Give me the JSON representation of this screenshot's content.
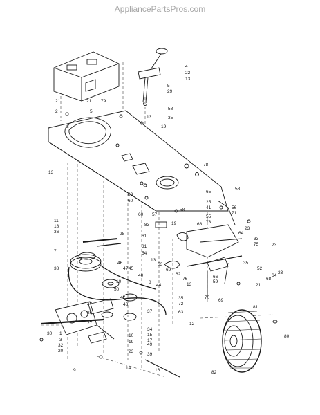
{
  "watermark": "AppliancePartsPros.com",
  "callouts": [
    {
      "id": "c1",
      "text": "4"
    },
    {
      "id": "c2",
      "text": "22"
    },
    {
      "id": "c3",
      "text": "13"
    },
    {
      "id": "c4",
      "text": "5"
    },
    {
      "id": "c5",
      "text": "29"
    },
    {
      "id": "c6",
      "text": "58"
    },
    {
      "id": "c7",
      "text": "13"
    },
    {
      "id": "c8",
      "text": "35"
    },
    {
      "id": "c9",
      "text": "19"
    },
    {
      "id": "c10",
      "text": "21"
    },
    {
      "id": "c11",
      "text": "21"
    },
    {
      "id": "c12",
      "text": "79"
    },
    {
      "id": "c13",
      "text": "2"
    },
    {
      "id": "c14",
      "text": "5"
    },
    {
      "id": "c15",
      "text": "78"
    },
    {
      "id": "c16",
      "text": "13"
    },
    {
      "id": "c17",
      "text": "58"
    },
    {
      "id": "c18",
      "text": "65"
    },
    {
      "id": "c19",
      "text": "83"
    },
    {
      "id": "c20",
      "text": "60"
    },
    {
      "id": "c21",
      "text": "25"
    },
    {
      "id": "c22",
      "text": "41"
    },
    {
      "id": "c23",
      "text": "56"
    },
    {
      "id": "c24",
      "text": "71"
    },
    {
      "id": "c25",
      "text": "58"
    },
    {
      "id": "c26",
      "text": "55"
    },
    {
      "id": "c27",
      "text": "73"
    },
    {
      "id": "c28",
      "text": "60"
    },
    {
      "id": "c29",
      "text": "57"
    },
    {
      "id": "c30",
      "text": "19"
    },
    {
      "id": "c31",
      "text": "68"
    },
    {
      "id": "c32",
      "text": "83"
    },
    {
      "id": "c33",
      "text": "11"
    },
    {
      "id": "c34",
      "text": "18"
    },
    {
      "id": "c35",
      "text": "36"
    },
    {
      "id": "c36",
      "text": "23"
    },
    {
      "id": "c37",
      "text": "64"
    },
    {
      "id": "c38",
      "text": "33"
    },
    {
      "id": "c39",
      "text": "75"
    },
    {
      "id": "c40",
      "text": "23"
    },
    {
      "id": "c41",
      "text": "7"
    },
    {
      "id": "c42",
      "text": "28"
    },
    {
      "id": "c43",
      "text": "61"
    },
    {
      "id": "c44",
      "text": "31"
    },
    {
      "id": "c45",
      "text": "54"
    },
    {
      "id": "c46",
      "text": "46"
    },
    {
      "id": "c47",
      "text": "47"
    },
    {
      "id": "c48",
      "text": "45"
    },
    {
      "id": "c49",
      "text": "53"
    },
    {
      "id": "c50",
      "text": "13"
    },
    {
      "id": "c51",
      "text": "38"
    },
    {
      "id": "c52",
      "text": "40"
    },
    {
      "id": "c53",
      "text": "69"
    },
    {
      "id": "c54",
      "text": "62"
    },
    {
      "id": "c55",
      "text": "76"
    },
    {
      "id": "c56",
      "text": "13"
    },
    {
      "id": "c57",
      "text": "66"
    },
    {
      "id": "c58",
      "text": "59"
    },
    {
      "id": "c59",
      "text": "70"
    },
    {
      "id": "c60",
      "text": "69"
    },
    {
      "id": "c61",
      "text": "35"
    },
    {
      "id": "c62",
      "text": "52"
    },
    {
      "id": "c63",
      "text": "68"
    },
    {
      "id": "c64",
      "text": "64"
    },
    {
      "id": "c65",
      "text": "23"
    },
    {
      "id": "c66",
      "text": "21"
    },
    {
      "id": "c67",
      "text": "10"
    },
    {
      "id": "c68",
      "text": "50"
    },
    {
      "id": "c69",
      "text": "8"
    },
    {
      "id": "c70",
      "text": "44"
    },
    {
      "id": "c71",
      "text": "42"
    },
    {
      "id": "c72",
      "text": "43"
    },
    {
      "id": "c73",
      "text": "35"
    },
    {
      "id": "c74",
      "text": "72"
    },
    {
      "id": "c75",
      "text": "63"
    },
    {
      "id": "c76",
      "text": "81"
    },
    {
      "id": "c77",
      "text": "27"
    },
    {
      "id": "c78",
      "text": "26"
    },
    {
      "id": "c79",
      "text": "12"
    },
    {
      "id": "c80",
      "text": "27"
    },
    {
      "id": "c81",
      "text": "37"
    },
    {
      "id": "c82",
      "text": "34"
    },
    {
      "id": "c83",
      "text": "15"
    },
    {
      "id": "c84",
      "text": "17"
    },
    {
      "id": "c85",
      "text": "49"
    },
    {
      "id": "c86",
      "text": "1"
    },
    {
      "id": "c87",
      "text": "30"
    },
    {
      "id": "c88",
      "text": "3"
    },
    {
      "id": "c89",
      "text": "32"
    },
    {
      "id": "c90",
      "text": "20"
    },
    {
      "id": "c91",
      "text": "10"
    },
    {
      "id": "c92",
      "text": "19"
    },
    {
      "id": "c93",
      "text": "80"
    },
    {
      "id": "c94",
      "text": "23"
    },
    {
      "id": "c95",
      "text": "39"
    },
    {
      "id": "c96",
      "text": "9"
    },
    {
      "id": "c97",
      "text": "14"
    },
    {
      "id": "c98",
      "text": "16"
    },
    {
      "id": "c99",
      "text": "82"
    },
    {
      "id": "c100",
      "text": "2"
    }
  ]
}
